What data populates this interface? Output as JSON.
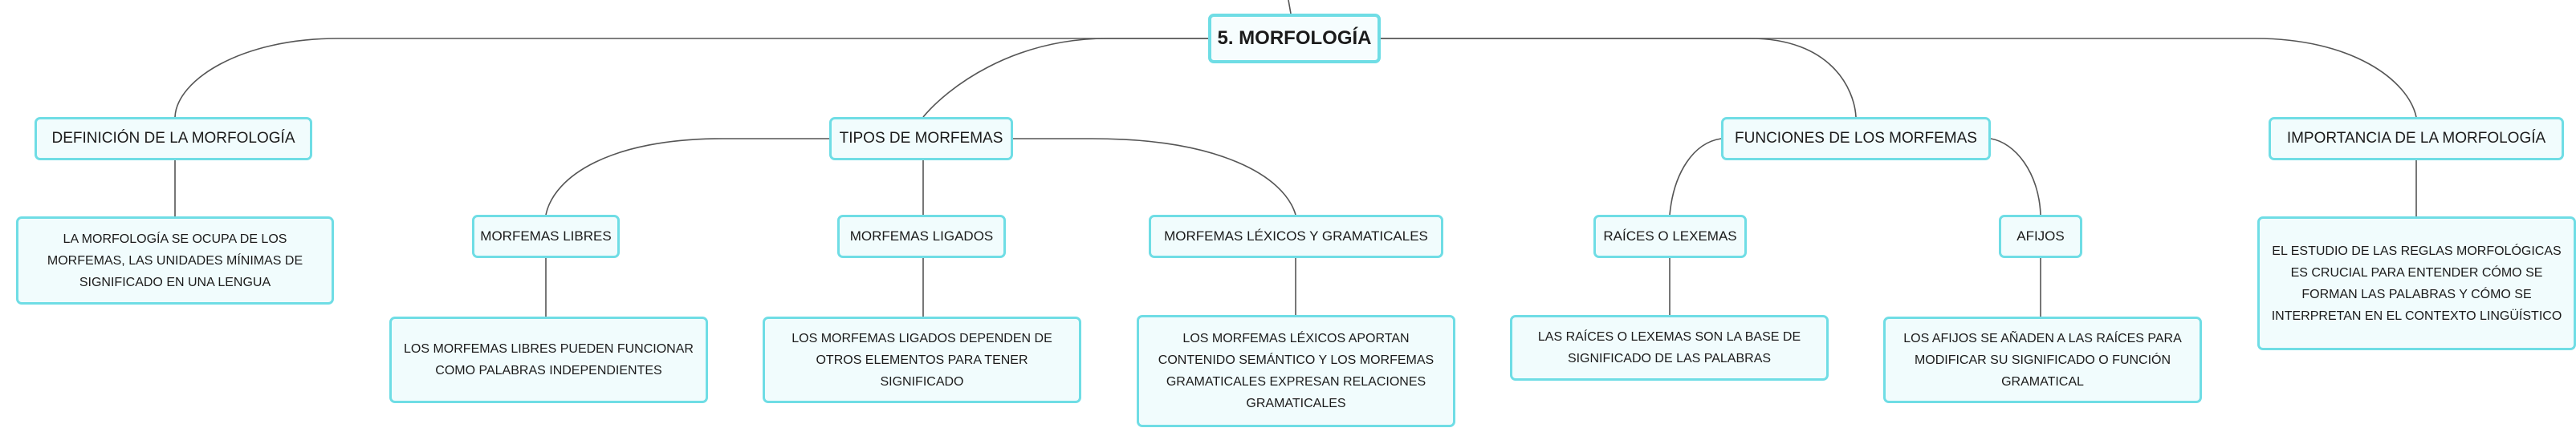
{
  "root": {
    "label": "5. MORFOLOGÍA"
  },
  "branches": {
    "definicion": {
      "label": "DEFINICIÓN DE LA MORFOLOGÍA",
      "description": "LA MORFOLOGÍA SE OCUPA DE LOS MORFEMAS, LAS UNIDADES MÍNIMAS DE SIGNIFICADO EN UNA LENGUA"
    },
    "tipos": {
      "label": "TIPOS DE MORFEMAS",
      "libres": {
        "label": "MORFEMAS LIBRES",
        "description": "LOS MORFEMAS LIBRES PUEDEN FUNCIONAR COMO PALABRAS INDEPENDIENTES"
      },
      "ligados": {
        "label": "MORFEMAS LIGADOS",
        "description": "LOS MORFEMAS LIGADOS DEPENDEN DE OTROS ELEMENTOS PARA TENER SIGNIFICADO"
      },
      "lexicos": {
        "label": "MORFEMAS LÉXICOS Y GRAMATICALES",
        "description": "LOS MORFEMAS LÉXICOS APORTAN CONTENIDO SEMÁNTICO Y LOS MORFEMAS GRAMATICALES EXPRESAN RELACIONES GRAMATICALES"
      }
    },
    "funciones": {
      "label": "FUNCIONES DE LOS MORFEMAS",
      "raices": {
        "label": "RAÍCES O LEXEMAS",
        "description": "LAS RAÍCES O LEXEMAS SON LA BASE DE SIGNIFICADO DE LAS PALABRAS"
      },
      "afijos": {
        "label": "AFIJOS",
        "description": "LOS AFIJOS SE AÑADEN A LAS RAÍCES PARA MODIFICAR SU SIGNIFICADO O FUNCIÓN GRAMATICAL"
      }
    },
    "importancia": {
      "label": "IMPORTANCIA DE LA MORFOLOGÍA",
      "description": "EL ESTUDIO DE LAS REGLAS MORFOLÓGICAS ES CRUCIAL PARA ENTENDER CÓMO SE FORMAN LAS PALABRAS Y CÓMO SE INTERPRETAN EN EL CONTEXTO LINGÜÍSTICO"
    }
  },
  "colors": {
    "node_border": "#6fdde5",
    "node_fill": "#f1fcfd",
    "connector": "#555555",
    "text": "#1b1b1b"
  }
}
